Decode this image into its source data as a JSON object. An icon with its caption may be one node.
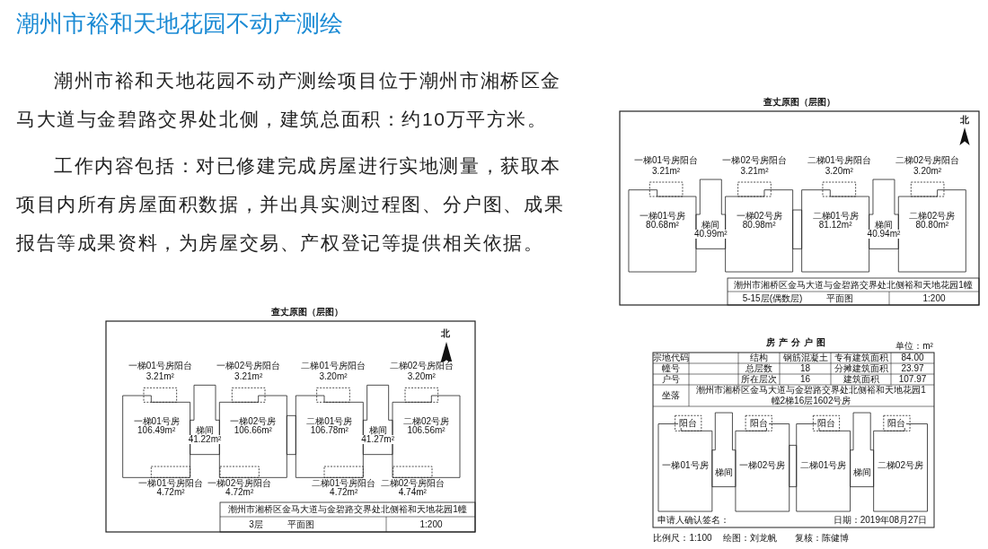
{
  "diagram": {
    "title": "潮州市裕和天地花园不动产测绘",
    "labels": [
      "潮州市裕和天地花园不动产测绘项目位于潮州市湘桥区金马大道与金碧路交界处北侧，建筑总面积：约10万平方米。",
      "工作内容包括：对已修建完成房屋进行实地测量，获取本项目内所有房屋面积数据，并出具实测过程图、分户图、成果报告等成果资料，为房屋交易、产权登记等提供相关依据。",
      "查丈原图（层图）",
      "北",
      "一梯01号房阳台",
      "3.21m²",
      "一梯02号房阳台",
      "3.21m²",
      "二梯01号房阳台",
      "3.20m²",
      "二梯02号房阳台",
      "3.20m²",
      "一梯01号房",
      "80.68m²",
      "梯间",
      "40.99m²",
      "一梯02号房",
      "80.98m²",
      "二梯01号房",
      "81.12m²",
      "梯间",
      "40.94m²",
      "二梯02号房",
      "80.80m²",
      "潮州市湘桥区金马大道与金碧路交界处北侧裕和天地花园1幢",
      "5-15层(偶数层)",
      "平面图",
      "1:200",
      "查丈原图（层图）",
      "北",
      "一梯01号房阳台",
      "3.21m²",
      "一梯02号房阳台",
      "3.21m²",
      "二梯01号房阳台",
      "3.20m²",
      "二梯02号房阳台",
      "3.20m²",
      "一梯01号房",
      "106.49m²",
      "梯间",
      "41.22m²",
      "一梯02号房",
      "106.66m²",
      "二梯01号房",
      "106.78m²",
      "梯间",
      "41.27m²",
      "二梯02号房",
      "106.56m²",
      "一梯01号房阳台",
      "4.72m²",
      "一梯02号房阳台",
      "4.72m²",
      "二梯01号房阳台",
      "4.72m²",
      "二梯02号房阳台",
      "4.74m²",
      "潮州市湘桥区金马大道与金碧路交界处北侧裕和天地花园1幢",
      "3层",
      "平面图",
      "1:200",
      "房产分户图",
      "单位：m²",
      "宗地代码",
      "结构",
      "钢筋混凝土",
      "专有建筑面积",
      "84.00",
      "幢号",
      "总层数",
      "18",
      "分摊建筑面积",
      "23.97",
      "户号",
      "所在层次",
      "16",
      "建筑面积",
      "107.97",
      "坐落",
      "潮州市湘桥区金马大道与金碧路交界处北侧裕和天地花园1幢2梯16层1602号房",
      "阳台",
      "阳台",
      "阳台",
      "阳台",
      "一梯01号房",
      "梯间",
      "一梯02号房",
      "二梯01号房",
      "梯间",
      "二梯02号房",
      "申请人确认签名：",
      "日期：2019年08月27日",
      "比例尺：1:100",
      "绘图：刘龙帆",
      "复核：陈健博"
    ]
  }
}
